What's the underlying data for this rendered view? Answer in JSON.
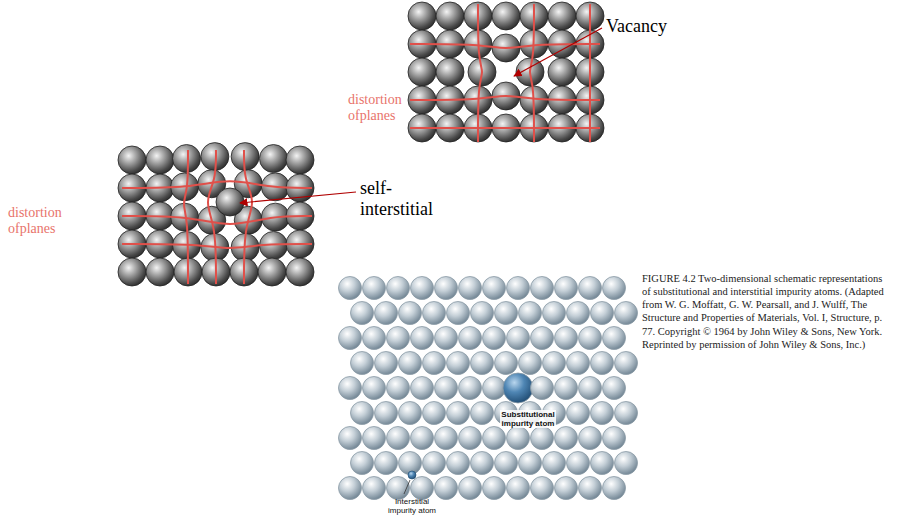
{
  "diagram": {
    "caption": "FIGURE 4.2 Two-dimensional schematic representations of substitutional and interstitial impurity atoms. (Adapted from W. G. Moffatt, G. W. Pearsall, and J. Wulff, The Structure and Properties of Materials, Vol. I, Structure, p. 77. Copyright © 1964 by John Wiley & Sons, New York. Reprinted by permission of John Wiley & Sons, Inc.)",
    "labels": [
      "Vacancy",
      "distortion ofplanes",
      "self- interstitial",
      "distortion ofplanes",
      "Substitutional impurity atom",
      "Interstitial impurity atom"
    ]
  }
}
